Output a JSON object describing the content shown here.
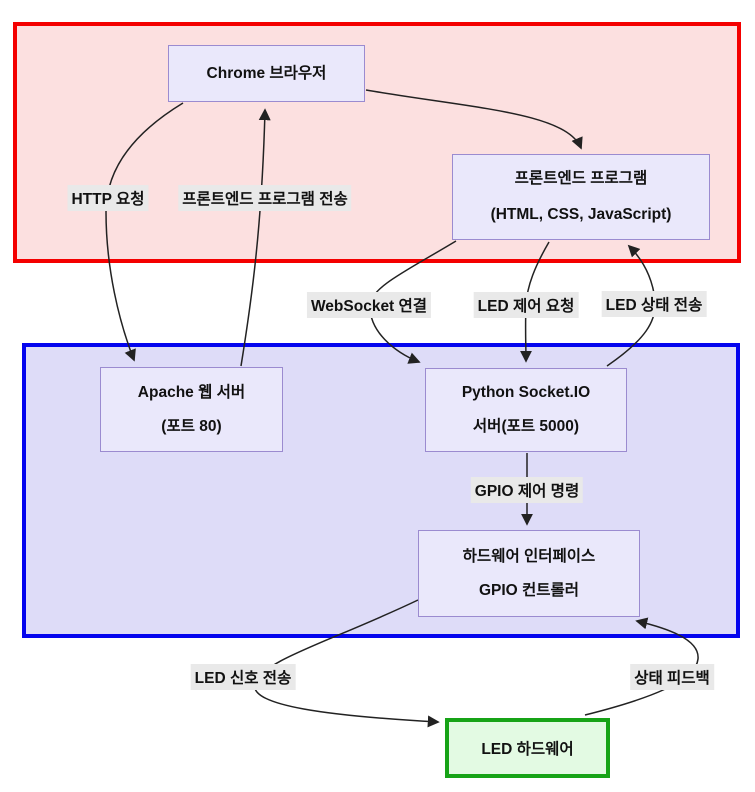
{
  "diagram": {
    "type": "architecture-flow-diagram",
    "zones": {
      "browser_zone": {
        "description": "client browser area",
        "border_color": "#f40000",
        "bg_color": "#fce0e0"
      },
      "server_zone": {
        "description": "server area",
        "border_color": "#0404ee",
        "bg_color": "#dedcf8"
      }
    },
    "nodes": {
      "chrome": {
        "label": "Chrome 브라우저"
      },
      "frontend": {
        "line1": "프론트엔드 프로그램",
        "line2": "(HTML, CSS, JavaScript)"
      },
      "apache": {
        "line1": "Apache 웹 서버",
        "line2": "(포트 80)"
      },
      "python": {
        "line1": "Python Socket.IO",
        "line2": "서버(포트 5000)"
      },
      "gpio": {
        "line1": "하드웨어 인터페이스",
        "line2": "GPIO 컨트롤러"
      },
      "led": {
        "label": "LED 하드웨어"
      }
    },
    "edges": [
      {
        "from": "chrome",
        "to": "apache",
        "label": "HTTP 요청"
      },
      {
        "from": "apache",
        "to": "chrome",
        "label": "프론트엔드 프로그램 전송"
      },
      {
        "from": "chrome",
        "to": "frontend",
        "label": ""
      },
      {
        "from": "frontend",
        "to": "python",
        "label": "WebSocket 연결"
      },
      {
        "from": "frontend",
        "to": "python",
        "label": "LED 제어 요청"
      },
      {
        "from": "python",
        "to": "frontend",
        "label": "LED 상태 전송"
      },
      {
        "from": "python",
        "to": "gpio",
        "label": "GPIO 제어 명령"
      },
      {
        "from": "gpio",
        "to": "led",
        "label": "LED 신호 전송"
      },
      {
        "from": "led",
        "to": "gpio",
        "label": "상태 피드백"
      }
    ],
    "colors": {
      "node_border": "#9b8bd0",
      "node_bg": "#eae8fb",
      "led_node_border": "#17a317",
      "led_node_bg": "#e3fae3",
      "edge_label_bg": "#e9e9e9",
      "arrow": "#222222"
    }
  }
}
